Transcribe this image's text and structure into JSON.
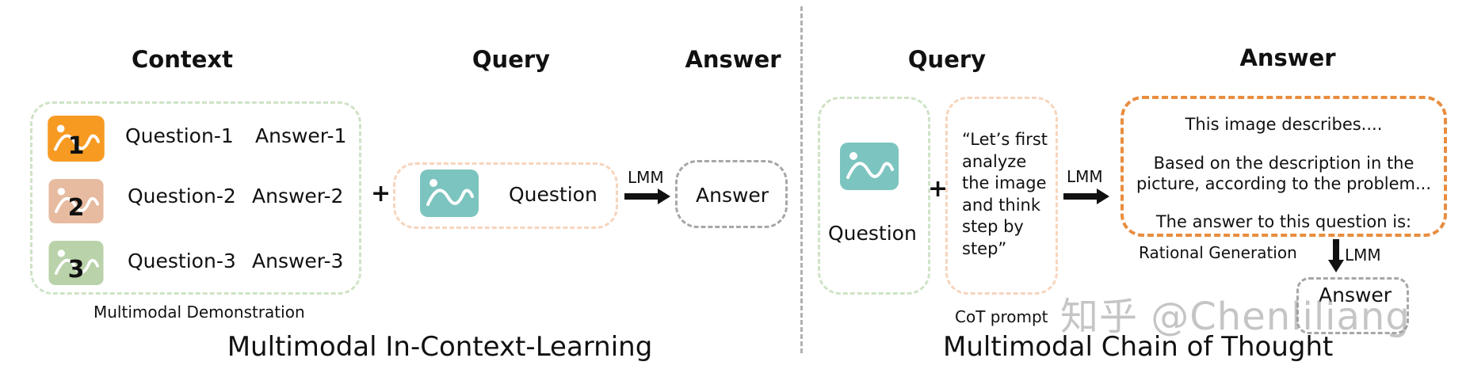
{
  "left": {
    "headings": {
      "context": "Context",
      "query": "Query",
      "answer": "Answer"
    },
    "demos": [
      {
        "num": "1",
        "color": "#f79a22",
        "question": "Question-1",
        "answer": "Answer-1"
      },
      {
        "num": "2",
        "color": "#e7bba0",
        "question": "Question-2",
        "answer": "Answer-2"
      },
      {
        "num": "3",
        "color": "#b9d2a9",
        "question": "Question-3",
        "answer": "Answer-3"
      }
    ],
    "demo_caption": "Multimodal Demonstration",
    "plus": "+",
    "query_question": "Question",
    "image_color": "#7cc4bf",
    "lmm": "LMM",
    "answer_label": "Answer",
    "footer": "Multimodal In-Context-Learning"
  },
  "right": {
    "headings": {
      "query": "Query",
      "answer": "Answer"
    },
    "image_color": "#7cc4bf",
    "question": "Question",
    "plus": "+",
    "cot_lines": [
      "“Let’s first",
      "analyze",
      "the image",
      "and think",
      "step by",
      "step”"
    ],
    "cot_caption": "CoT prompt",
    "lmm": "LMM",
    "answer_lines": [
      "This image describes....",
      "Based on the description in the",
      "picture, according to the problem...",
      "The answer to this question is:"
    ],
    "rational": "Rational Generation",
    "lmm2": "LMM",
    "final_answer": "Answer",
    "footer": "Multimodal Chain of Thought"
  },
  "watermark": "知乎 @Chenliliang"
}
